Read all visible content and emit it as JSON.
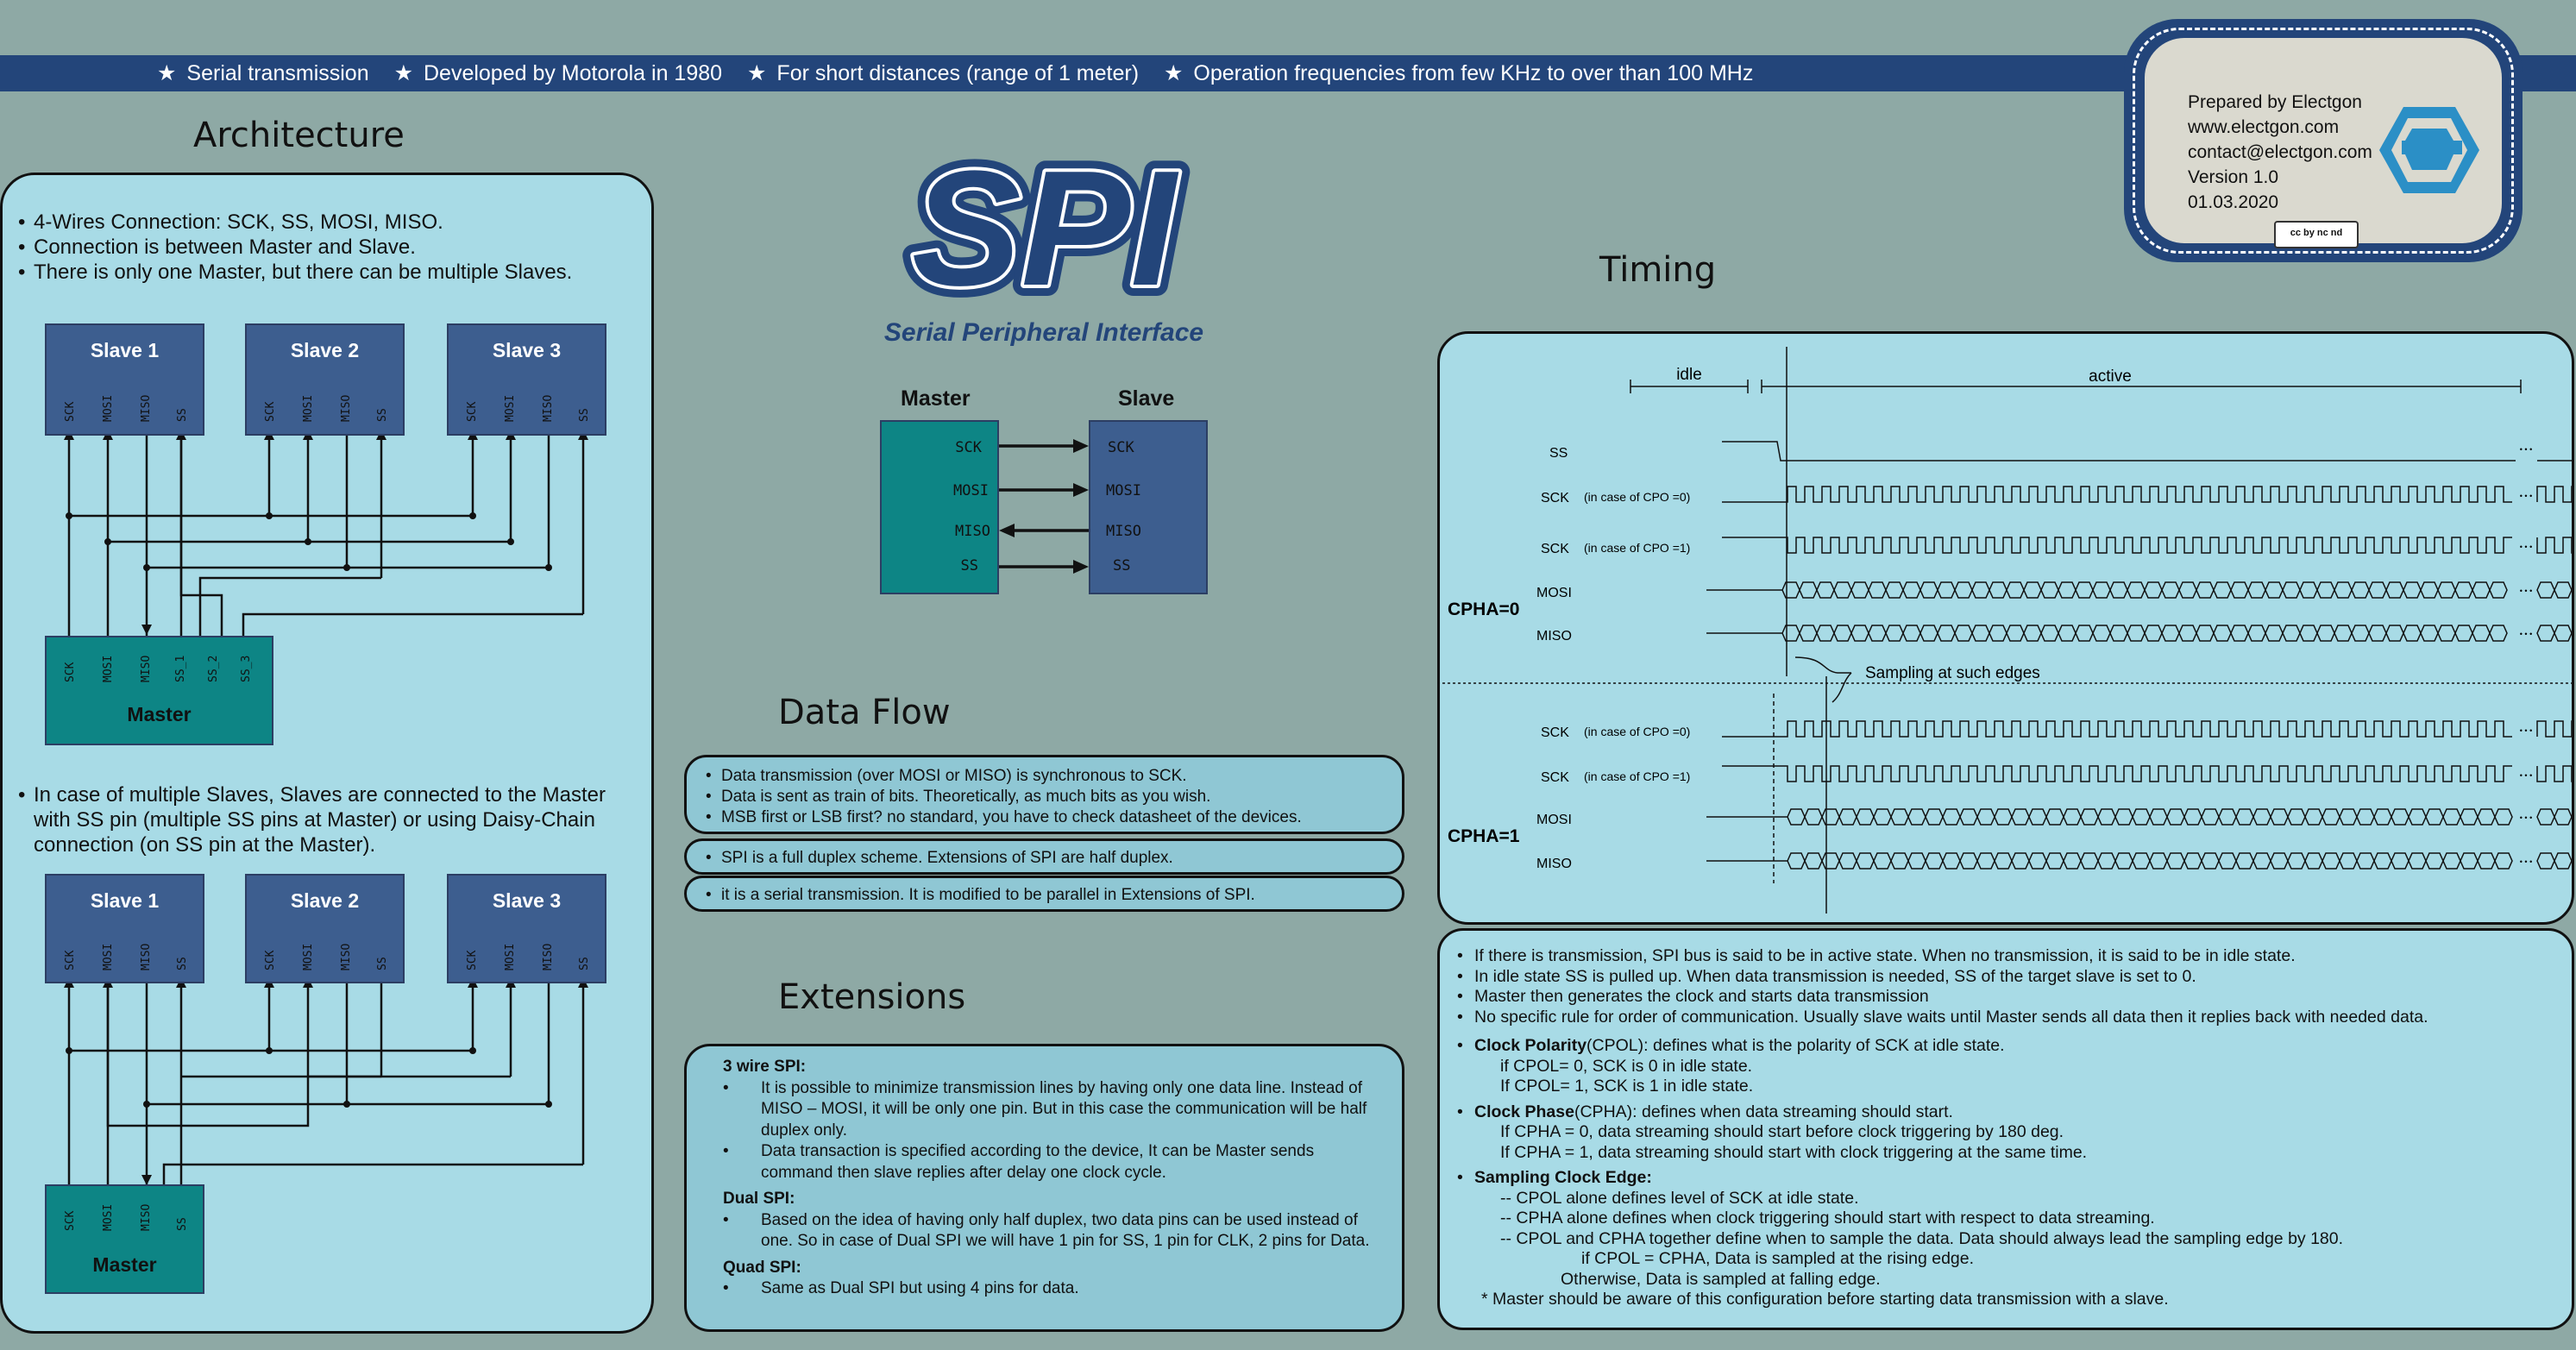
{
  "banner": {
    "items": [
      "Serial transmission",
      "Developed by Motorola in 1980",
      "For short distances (range of 1 meter)",
      "Operation frequencies from few KHz to over than 100 MHz"
    ]
  },
  "logo": {
    "title": "SPI",
    "subtitle": "Serial Peripheral Interface"
  },
  "info_card": {
    "lines": [
      "Prepared by Electgon",
      "www.electgon.com",
      "contact@electgon.com",
      "Version 1.0",
      "01.03.2020"
    ],
    "license": "cc by nc nd"
  },
  "architecture": {
    "title": "Architecture",
    "bullets1": [
      "4-Wires Connection: SCK, SS, MOSI, MISO.",
      "Connection is between Master and Slave.",
      "There is only one Master, but there can be multiple Slaves."
    ],
    "bullet2": "In case of multiple Slaves, Slaves are connected to the Master with SS pin (multiple SS pins at Master) or using Daisy-Chain connection (on SS pin at the Master).",
    "slaves": [
      "Slave 1",
      "Slave 2",
      "Slave 3"
    ],
    "slave_pins": [
      "SCK",
      "MOSI",
      "MISO",
      "SS"
    ],
    "master": "Master",
    "master_pins1": [
      "SCK",
      "MOSI",
      "MISO",
      "SS_1",
      "SS_2",
      "SS_3"
    ],
    "master_pins2": [
      "SCK",
      "MOSI",
      "MISO",
      "SS"
    ]
  },
  "connection": {
    "master_label": "Master",
    "slave_label": "Slave",
    "pins": [
      "SCK",
      "MOSI",
      "MISO",
      "SS"
    ]
  },
  "data_flow": {
    "title": "Data Flow",
    "box1": [
      "Data transmission (over MOSI or MISO) is synchronous to SCK.",
      "Data is sent as train of bits. Theoretically, as much bits as you wish.",
      "MSB first or LSB first? no standard, you have to check datasheet of the devices."
    ],
    "box2": "SPI is a full duplex scheme. Extensions of SPI are half duplex.",
    "box3": "it is a serial transmission. It is modified to be parallel in Extensions of SPI."
  },
  "extensions": {
    "title": "Extensions",
    "three_wire_head": "3 wire SPI:",
    "three_wire_1": "It is possible to minimize transmission lines by having only one data line. Instead of MISO – MOSI, it will be only one pin. But in this case the communication will be half duplex only.",
    "three_wire_2": "Data transaction is specified according to the device, It can be Master sends command then slave replies after delay one clock cycle.",
    "dual_head": "Dual SPI:",
    "dual_1": "Based on the idea of having only half duplex, two data pins can be used instead of one. So in case of Dual SPI we will have 1 pin for SS, 1 pin for CLK, 2 pins for Data.",
    "quad_head": "Quad SPI:",
    "quad_1": "Same as Dual SPI but using 4 pins for data."
  },
  "timing": {
    "title": "Timing",
    "idle": "idle",
    "active": "active",
    "ss": "SS",
    "sck": "SCK",
    "cpo0": "(in case of CPO =0)",
    "cpo1": "(in case of CPO =1)",
    "mosi": "MOSI",
    "miso": "MISO",
    "cpha0": "CPHA=0",
    "cpha1": "CPHA=1",
    "sampling": "Sampling at such edges",
    "ellipsis": "• • •"
  },
  "notes": {
    "bullets": [
      "If there is transmission, SPI bus is said to be in active state. When no transmission, it is said to be in idle state.",
      "In idle state SS is pulled up. When data transmission is needed, SS of the target slave is set to 0.",
      "Master then generates the clock and starts data transmission",
      "No specific rule for order of communication. Usually slave waits until Master sends all data then it replies back with needed data."
    ],
    "cpol_head": "Clock Polarity",
    "cpol_rest": "(CPOL): defines what is the polarity of SCK at idle state.",
    "cpol_1": "if CPOL= 0, SCK is 0 in idle state.",
    "cpol_2": "If CPOL= 1, SCK is 1 in idle state.",
    "cpha_head": "Clock Phase",
    "cpha_rest": "(CPHA): defines when data streaming should start.",
    "cpha_1": "If CPHA = 0, data streaming should start before clock triggering by 180 deg.",
    "cpha_2": "If CPHA = 1, data streaming should start with clock triggering at the same time.",
    "edge_head": "Sampling Clock Edge:",
    "edge_1": "-- CPOL alone defines level of SCK at idle state.",
    "edge_2": "-- CPHA alone defines when clock triggering should start with respect to data streaming.",
    "edge_3": "-- CPOL and CPHA together define when to sample the data. Data should always lead the sampling edge by 180.",
    "edge_4": "if CPOL = CPHA, Data is sampled at the rising edge.",
    "edge_5": "Otherwise, Data is sampled at falling edge.",
    "footnote": "* Master should be aware of this configuration before starting data transmission with a slave."
  }
}
